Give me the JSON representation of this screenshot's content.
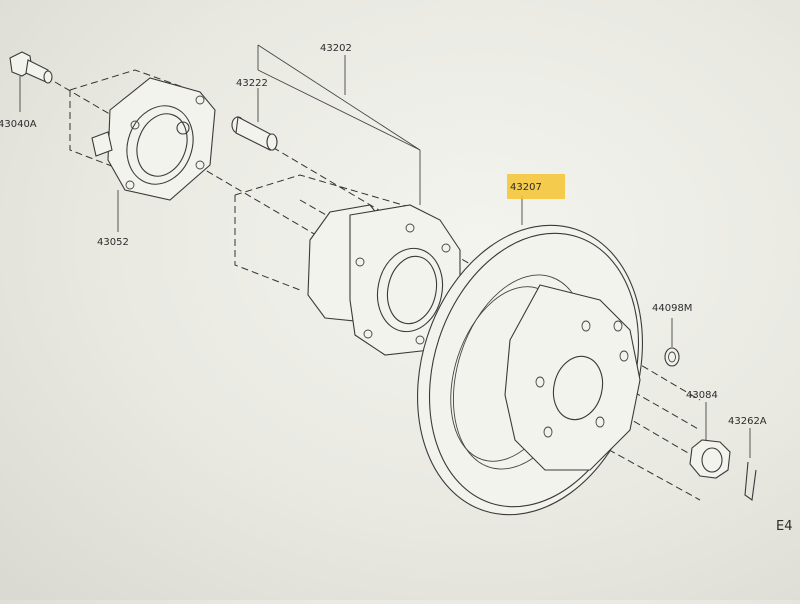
{
  "diagram": {
    "part_labels": {
      "bolt": "43040A",
      "hub_bearing_housing": "43052",
      "stud": "43222",
      "hub_assembly": "43202",
      "rotor": "43207",
      "washer": "44098M",
      "nut": "43084",
      "cotter_pin": "43262A"
    },
    "figure_code": "E4",
    "highlight_color": "#f4c430"
  }
}
